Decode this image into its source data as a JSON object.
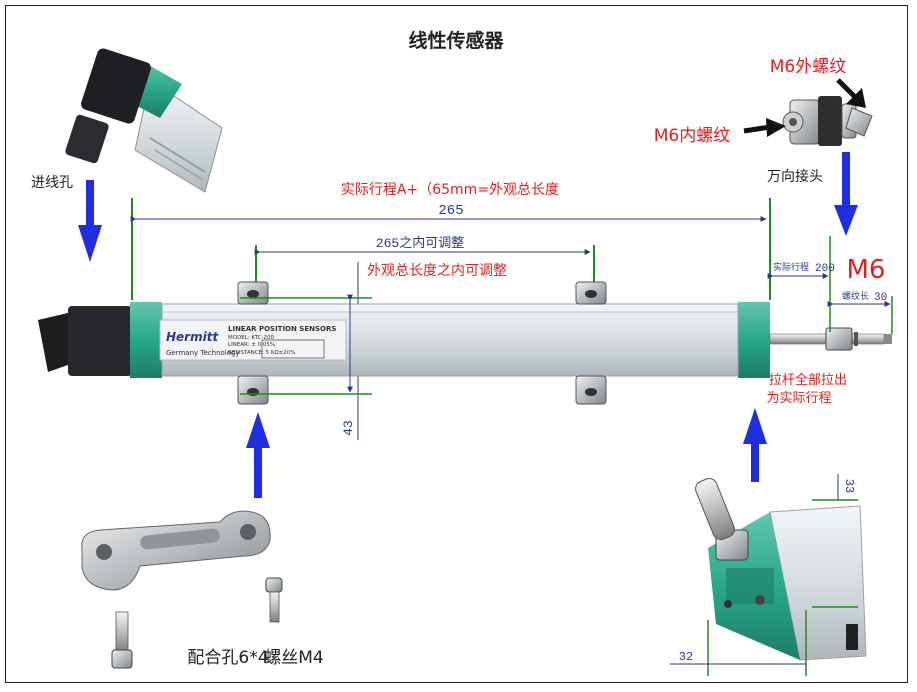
{
  "title": "线性传感器",
  "labels": {
    "inlet": "进线孔",
    "universal_joint": "万向接头",
    "m6_outer": "M6外螺纹",
    "m6_inner": "M6内螺纹",
    "stroke_a": "实际行程A+（65mm=外观总长度",
    "dim_265_top": "265",
    "dim_265_adjust": "265之内可调整",
    "adjust_within": "外观总长度之内可调整",
    "stroke_label": "实际行程",
    "stroke_value": "200",
    "m6_big": "M6",
    "thread_label": "螺纹长",
    "thread_value": "30",
    "dim_43": "43",
    "pull_rod": "拉杆全部拉出",
    "actual_stroke": "为实际行程",
    "mount_hole": "配合孔6*4",
    "screw": "螺丝M4",
    "dim_33": "33",
    "dim_32": "32"
  },
  "product_label": {
    "brand": "Hermitt",
    "subbrand": "Germany Technology",
    "heading": "LINEAR POSITION SENSORS",
    "model": "MODEL: KTC-200",
    "linear": "LINEAR: ± 0.05%",
    "resistance": "RESISTANCE: 5 KΩ±20%"
  },
  "colors": {
    "arrow": "#1f2fe0",
    "red_text": "#e02020",
    "dim_green": "#1e8c1e",
    "dim_blue": "#2a3a8a",
    "teal": "#2aa889",
    "aluminum": "#d7dde0"
  }
}
